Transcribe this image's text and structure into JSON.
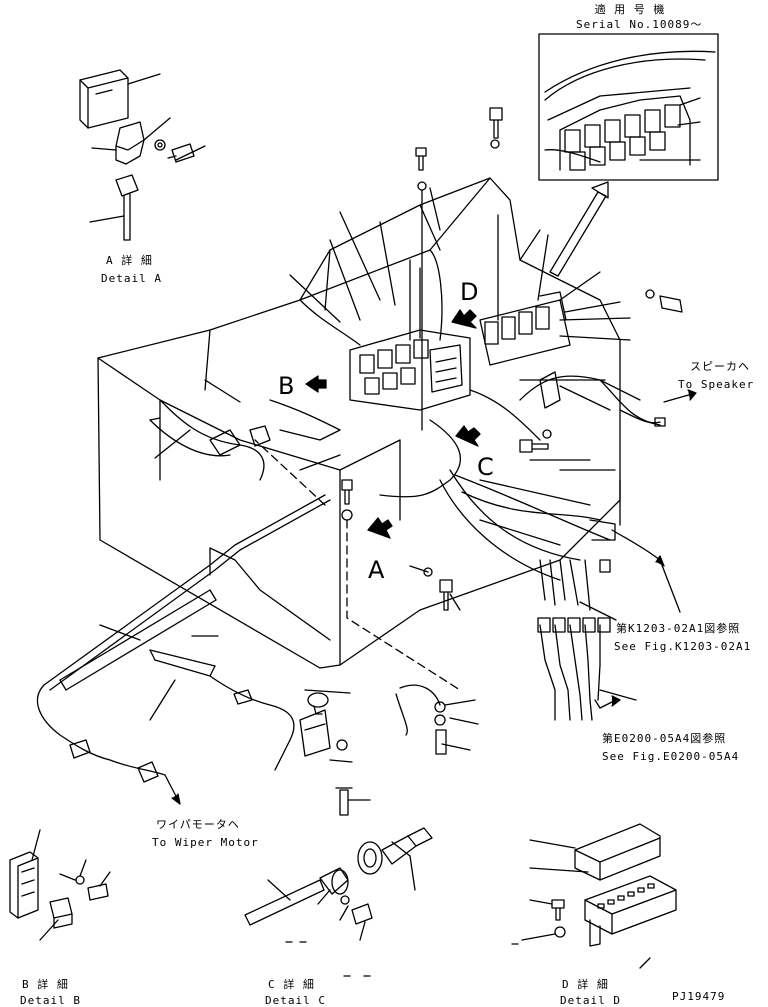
{
  "serial": {
    "title_jp": "適 用 号 機",
    "number": "Serial No.10089〜"
  },
  "details": {
    "a": {
      "jp": "A 詳 細",
      "en": "Detail A"
    },
    "b": {
      "jp": "B 詳 細",
      "en": "Detail B"
    },
    "c": {
      "jp": "C 詳 細",
      "en": "Detail C"
    },
    "d": {
      "jp": "D 詳 細",
      "en": "Detail D"
    }
  },
  "callouts": {
    "a": "A",
    "b": "B",
    "c": "C",
    "d": "D"
  },
  "destinations": {
    "speaker_jp": "スピーカヘ",
    "speaker_en": "To Speaker",
    "wiper_jp": "ワイパモータヘ",
    "wiper_en": "To Wiper Motor"
  },
  "references": {
    "ref1_jp": "第K1203-02A1図参照",
    "ref1_en": "See Fig.K1203-02A1",
    "ref2_jp": "第E0200-05A4図参照",
    "ref2_en": "See Fig.E0200-05A4"
  },
  "drawing_number": "PJ19479"
}
